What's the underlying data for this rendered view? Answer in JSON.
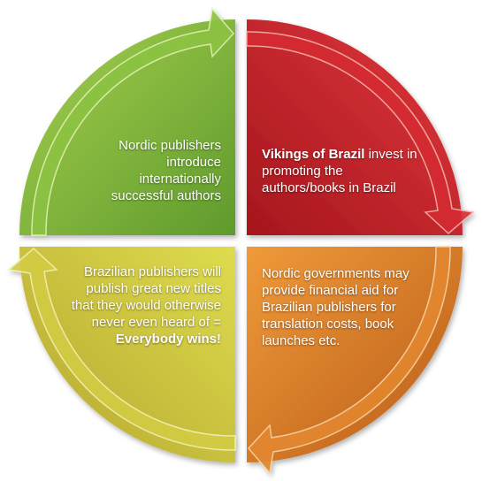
{
  "colors": {
    "green": "#7db13a",
    "red": "#c0262d",
    "orange": "#dd7a25",
    "yellow": "#c9c33a"
  },
  "quadrants": {
    "top_left": {
      "text": "Nordic publishers introduce internationally successful authors"
    },
    "top_right": {
      "bold": "Vikings of Brazil",
      "text": " invest in promoting the authors/books in Brazil"
    },
    "bottom_right": {
      "text": "Nordic governments may provide financial aid for Brazilian publishers for translation costs, book launches etc."
    },
    "bottom_left": {
      "text": "Brazilian publishers will publish great new titles that they would otherwise never even heard of = ",
      "bold": "Everybody wins!"
    }
  }
}
